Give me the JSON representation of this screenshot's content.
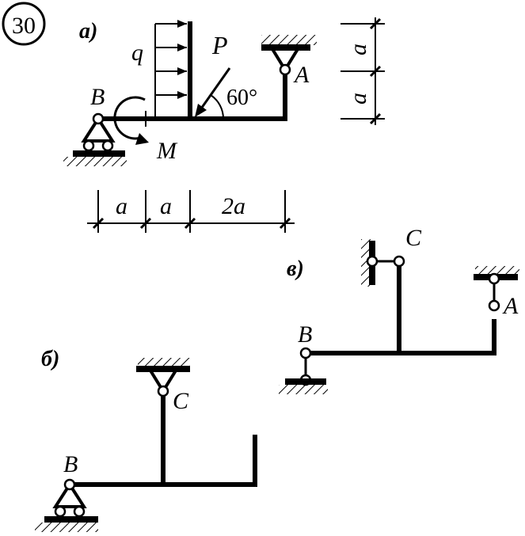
{
  "problem": {
    "number": "30"
  },
  "figure_a": {
    "label": "а)",
    "load_q": "q",
    "force_P": "P",
    "angle": "60°",
    "moment_M": "M",
    "support_B": "B",
    "support_A": "A",
    "dim_a_1": "a",
    "dim_a_2": "a",
    "dim_2a": "2a",
    "vdim_a_top": "a",
    "vdim_a_bottom": "a"
  },
  "figure_b": {
    "label": "б)",
    "support_B": "B",
    "support_C": "C"
  },
  "figure_v": {
    "label": "в)",
    "support_B": "B",
    "support_C": "C",
    "support_A": "A"
  }
}
